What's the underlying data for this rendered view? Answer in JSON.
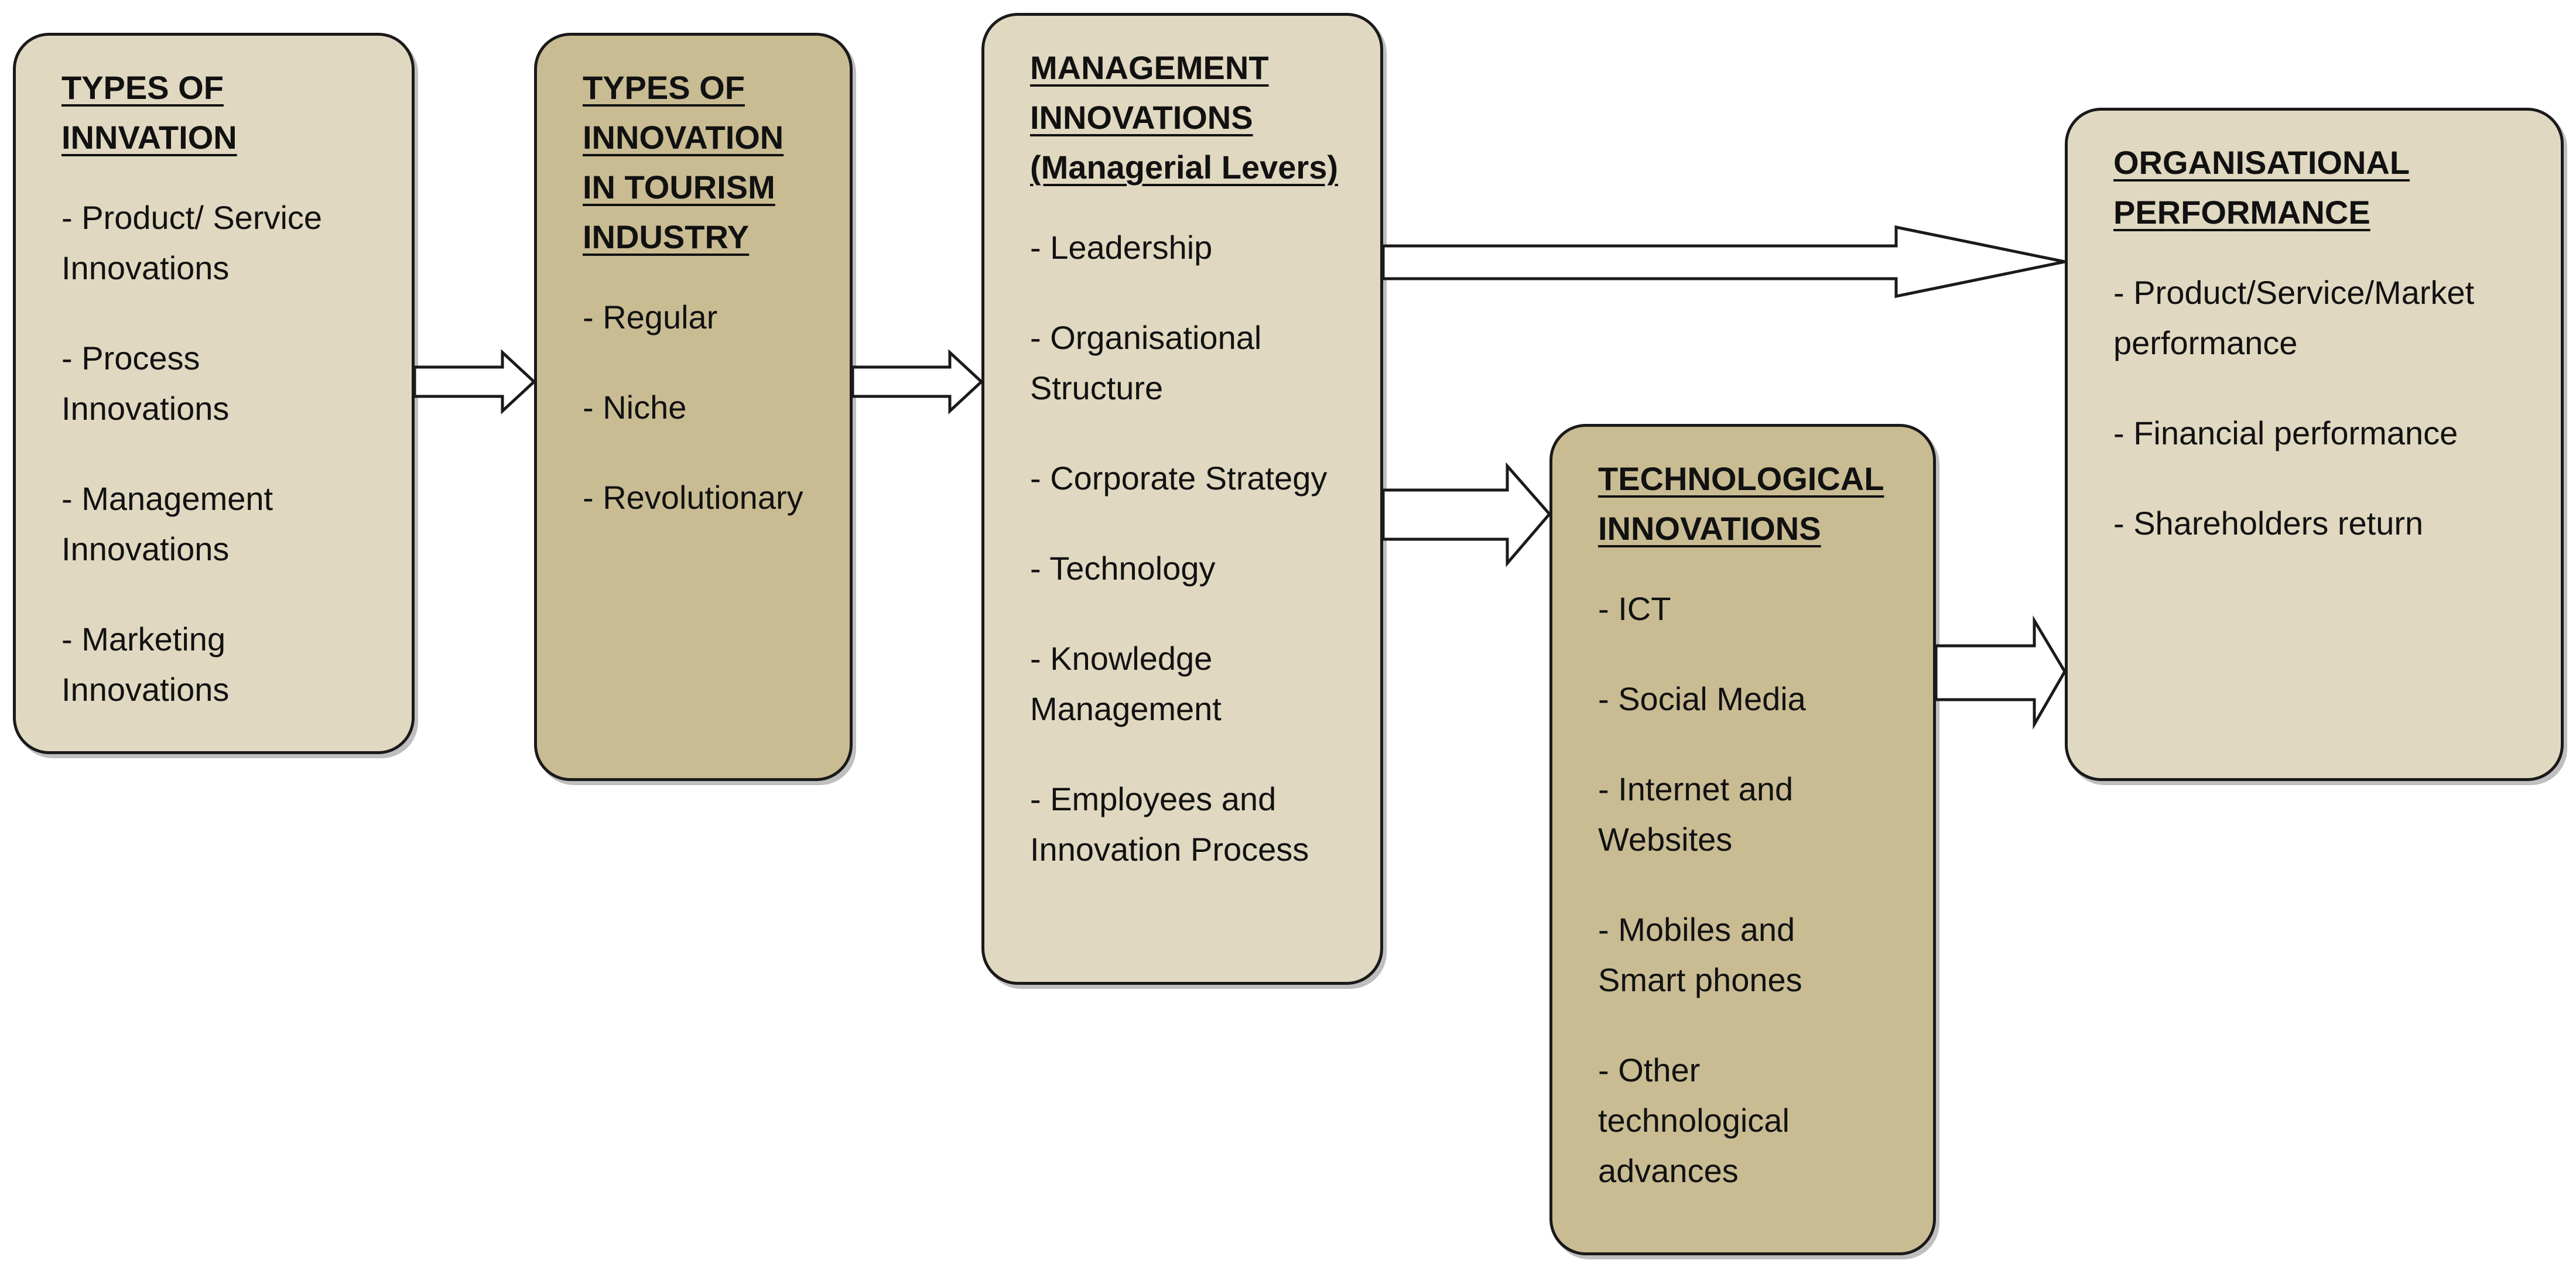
{
  "diagram": {
    "boxes": [
      {
        "id": "types-of-innovation",
        "title": "TYPES OF\nINNVATION",
        "items": [
          "- Product/ Service\nInnovations",
          "- Process\nInnovations",
          "- Management\nInnovations",
          "- Marketing\nInnovations"
        ]
      },
      {
        "id": "types-of-innovation-tourism",
        "title": "TYPES OF\nINNOVATION\nIN TOURISM\nINDUSTRY",
        "items": [
          "- Regular",
          "- Niche",
          "- Revolutionary"
        ]
      },
      {
        "id": "management-innovations",
        "title": "MANAGEMENT\nINNOVATIONS\n(Managerial Levers)",
        "items": [
          "- Leadership",
          "- Organisational\nStructure",
          "-  Corporate Strategy",
          "- Technology",
          "- Knowledge\nManagement",
          "- Employees and\nInnovation Process"
        ]
      },
      {
        "id": "technological-innovations",
        "title": "TECHNOLOGICAL\nINNOVATIONS",
        "items": [
          "- ICT",
          "- Social Media",
          "- Internet and\nWebsites",
          "- Mobiles and\nSmart phones",
          "- Other\ntechnological\nadvances"
        ]
      },
      {
        "id": "organisational-performance",
        "title": "ORGANISATIONAL\nPERFORMANCE",
        "items": [
          "- Product/Service/Market\nperformance",
          "- Financial performance",
          "-  Shareholders return"
        ]
      }
    ],
    "edges": [
      {
        "from": "types-of-innovation",
        "to": "types-of-innovation-tourism"
      },
      {
        "from": "types-of-innovation-tourism",
        "to": "management-innovations"
      },
      {
        "from": "management-innovations",
        "to": "organisational-performance"
      },
      {
        "from": "management-innovations",
        "to": "technological-innovations"
      },
      {
        "from": "technological-innovations",
        "to": "organisational-performance"
      }
    ],
    "colors": {
      "box_light": "#e0d8c0",
      "box_dark": "#c9bc93",
      "border": "#1a1a1a",
      "arrow_fill": "#ffffff"
    }
  }
}
